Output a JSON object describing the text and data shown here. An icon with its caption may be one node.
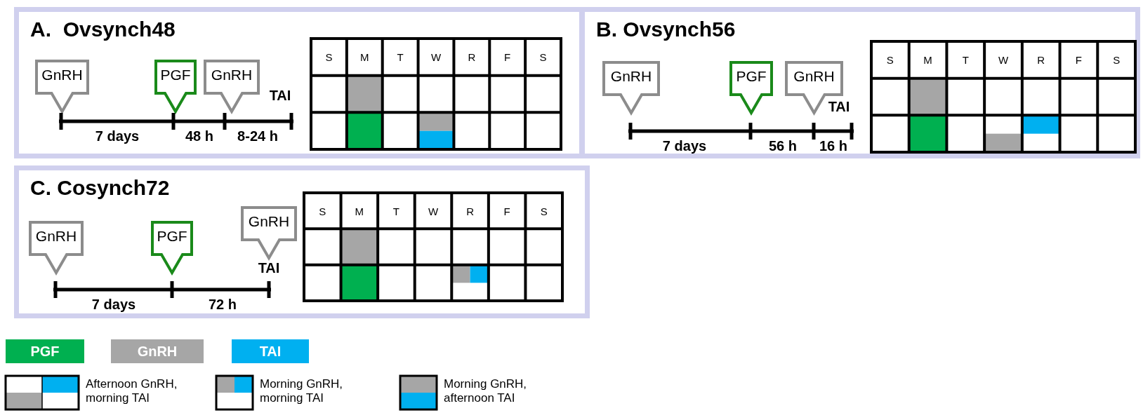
{
  "diagram": {
    "nodes": [
      {
        "text": [
          "A.  Ovsynch48"
        ]
      },
      {
        "text": [
          "GnRH"
        ],
        "in": 0
      },
      {
        "text": [
          "PGF"
        ],
        "in": 0
      },
      {
        "text": [
          "GnRH"
        ],
        "in": 0
      },
      {
        "text": [
          "B. Ovsynch56"
        ]
      },
      {
        "text": [
          "GnRH"
        ],
        "in": 4
      },
      {
        "text": [
          "PGF"
        ],
        "in": 4
      },
      {
        "text": [
          "GnRH"
        ],
        "in": 4
      },
      {
        "text": [
          "C. Cosynch72"
        ]
      },
      {
        "text": [
          "GnRH"
        ],
        "in": 8
      },
      {
        "text": [
          "PGF"
        ],
        "in": 8
      },
      {
        "text": [
          "GnRH"
        ],
        "in": 8
      }
    ],
    "labels": [
      "TAI",
      "7 days",
      "48 h",
      "8-24 h",
      "S",
      "M",
      "T",
      "W",
      "R",
      "F",
      "S",
      "TAI",
      "7 days",
      "56 h",
      "16 h",
      "S",
      "M",
      "T",
      "W",
      "R",
      "F",
      "S",
      "TAI",
      "7 days",
      "72 h",
      "S",
      "M",
      "T",
      "W",
      "R",
      "F",
      "S"
    ],
    "legend": [
      {
        "text": "PGF",
        "color": "#00b050"
      },
      {
        "text": "GnRH",
        "color": "#a6a6a6"
      },
      {
        "text": "TAI",
        "color": "#00b0f0"
      },
      {
        "text": "Afternoon GnRH, morning TAI"
      },
      {
        "text": "Morning GnRH, morning TAI"
      },
      {
        "text": "Morning GnRH, afternoon TAI"
      }
    ]
  }
}
